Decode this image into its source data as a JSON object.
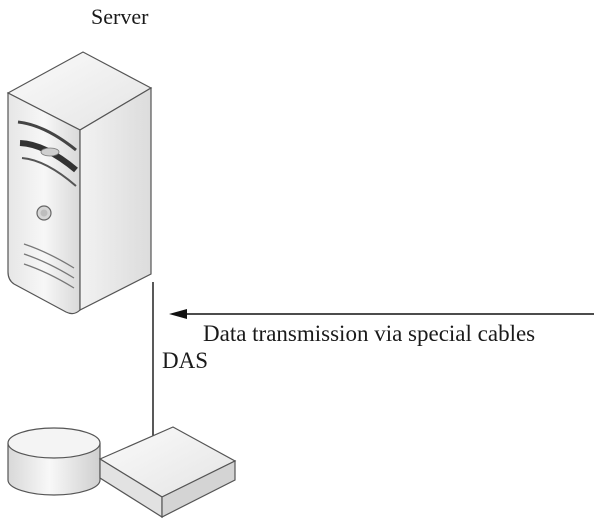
{
  "diagram": {
    "server_label": "Server",
    "arrow_label": "Data transmission via special cables",
    "das_label": "DAS"
  },
  "icons": {
    "server": "server-tower-icon",
    "disk": "disk-cylinder-icon",
    "storage": "storage-box-icon"
  }
}
